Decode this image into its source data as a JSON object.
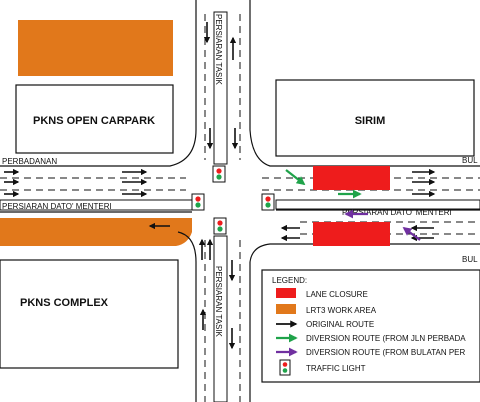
{
  "buildings": {
    "carpark": "PKNS OPEN CARPARK",
    "sirim": "SIRIM",
    "complex": "PKNS COMPLEX"
  },
  "roads": {
    "perbadanan": "PERBADANAN",
    "dato_menteri_west": "PERSIARAN DATO' MENTERI",
    "dato_menteri_east": "PERSIARAN DATO' MENTERI",
    "tasik_north": "PERSIARAN TASIK",
    "tasik_south": "PERSIARAN TASIK",
    "bulatan_east_top": "BUL",
    "bulatan_east_bottom": "BUL"
  },
  "legend": {
    "title": "LEGEND:",
    "items": [
      {
        "label": "LANE CLOSURE",
        "symbol": "red-rect",
        "color": "#ee1c1c"
      },
      {
        "label": "LRT3 WORK AREA",
        "symbol": "orange-rect",
        "color": "#e1781b"
      },
      {
        "label": "ORIGINAL ROUTE",
        "symbol": "black-arrow",
        "color": "#111111"
      },
      {
        "label": "DIVERSION ROUTE (FROM JLN PERBADA",
        "symbol": "green-arrow",
        "color": "#1fa34a"
      },
      {
        "label": "DIVERSION ROUTE (FROM BULATAN PER",
        "symbol": "purple-arrow",
        "color": "#7030a0"
      },
      {
        "label": "TRAFFIC LIGHT",
        "symbol": "traffic-light-icon",
        "color": "#000000"
      }
    ]
  },
  "colors": {
    "lane_closure": "#ee1c1c",
    "work_area": "#e1781b",
    "original_route": "#111111",
    "diversion_perbadanan": "#1fa34a",
    "diversion_bulatan": "#7030a0"
  }
}
